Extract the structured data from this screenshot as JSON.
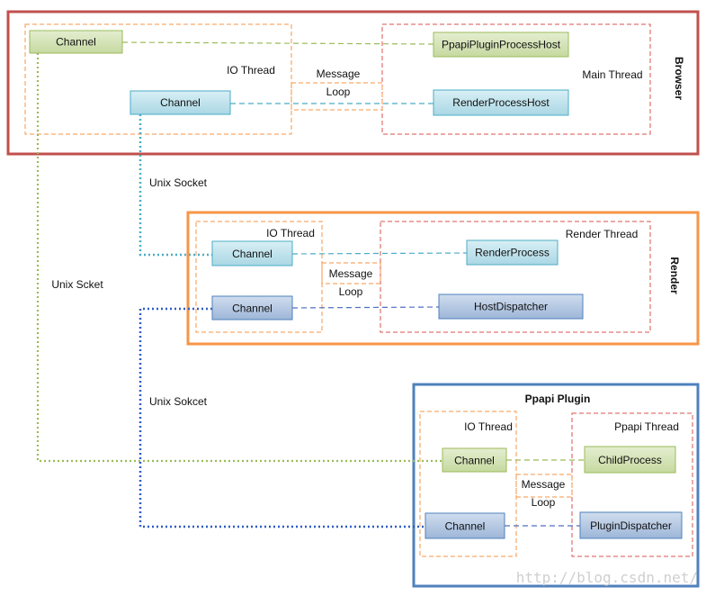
{
  "colors": {
    "browser_border": "#c0504d",
    "render_border": "#f79646",
    "plugin_border": "#4f81bd",
    "io_box": "#f79646",
    "main_box": "#d9534f",
    "green_fill": "#d7e4bc",
    "green_stroke": "#9bbb59",
    "cyan_fill": "#c5e4ec",
    "cyan_stroke": "#4bacc6",
    "blue_fill": "#b9cce4",
    "blue_stroke": "#4f81bd",
    "green_line": "#9bbb59",
    "cyan_line": "#4bacc6",
    "blue_line": "#4f6fc0"
  },
  "browser": {
    "title": "Browser",
    "io_thread": "IO Thread",
    "main_thread": "Main Thread",
    "message_loop": [
      "Message",
      "Loop"
    ],
    "channel_top": "Channel",
    "channel_mid": "Channel",
    "ppapi_host": "PpapiPluginProcessHost",
    "render_host": "RenderProcessHost"
  },
  "render": {
    "title": "Render",
    "io_thread": "IO Thread",
    "render_thread": "Render Thread",
    "message_loop": [
      "Message",
      "Loop"
    ],
    "channel_top": "Channel",
    "channel_bottom": "Channel",
    "render_process": "RenderProcess",
    "host_dispatcher": "HostDispatcher"
  },
  "plugin": {
    "title": "Ppapi Plugin",
    "io_thread": "IO Thread",
    "ppapi_thread": "Ppapi Thread",
    "message_loop": [
      "Message",
      "Loop"
    ],
    "channel_top": "Channel",
    "channel_bottom": "Channel",
    "child_process": "ChildProcess",
    "plugin_dispatcher": "PluginDispatcher"
  },
  "links": {
    "browser_render": "Unix Socket",
    "browser_plugin": "Unix Scket",
    "render_plugin": "Unix Sokcet"
  },
  "watermark": "http://blog.csdn.net/"
}
